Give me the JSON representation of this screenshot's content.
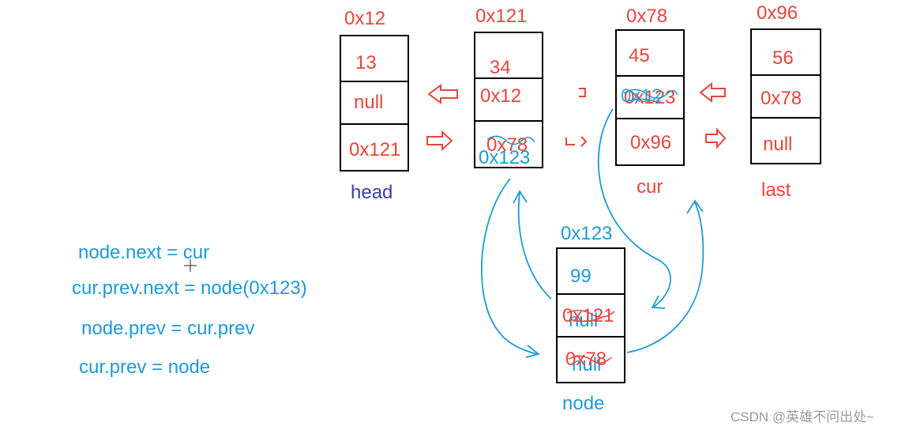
{
  "nodes": {
    "head": {
      "addr": "0x12",
      "val": "13",
      "prev": "null",
      "next": "0x121",
      "name": "head"
    },
    "n121": {
      "addr": "0x121",
      "val": "34",
      "prev": "0x12",
      "next_old": "0x78",
      "next_new": "0x123"
    },
    "cur": {
      "addr": "0x78",
      "val": "45",
      "prev_old": "0x123",
      "prev_new": "0x12",
      "next": "0x96",
      "name": "cur"
    },
    "last": {
      "addr": "0x96",
      "val": "56",
      "prev": "0x78",
      "next": "null",
      "name": "last"
    },
    "node": {
      "addr": "0x123",
      "val": "99",
      "prev_old": "null",
      "prev_new": "0x121",
      "next_old": "null",
      "next_new": "0x78",
      "name": "node"
    }
  },
  "code": [
    "node.next = cur",
    "cur.prev.next = node(0x123)",
    "node.prev = cur.prev",
    "cur.prev = node"
  ],
  "watermark": "CSDN @英雄不问出处~",
  "colors": {
    "red": "#e8453c",
    "blue": "#1e9ad6",
    "navy": "#3b3fa8"
  }
}
